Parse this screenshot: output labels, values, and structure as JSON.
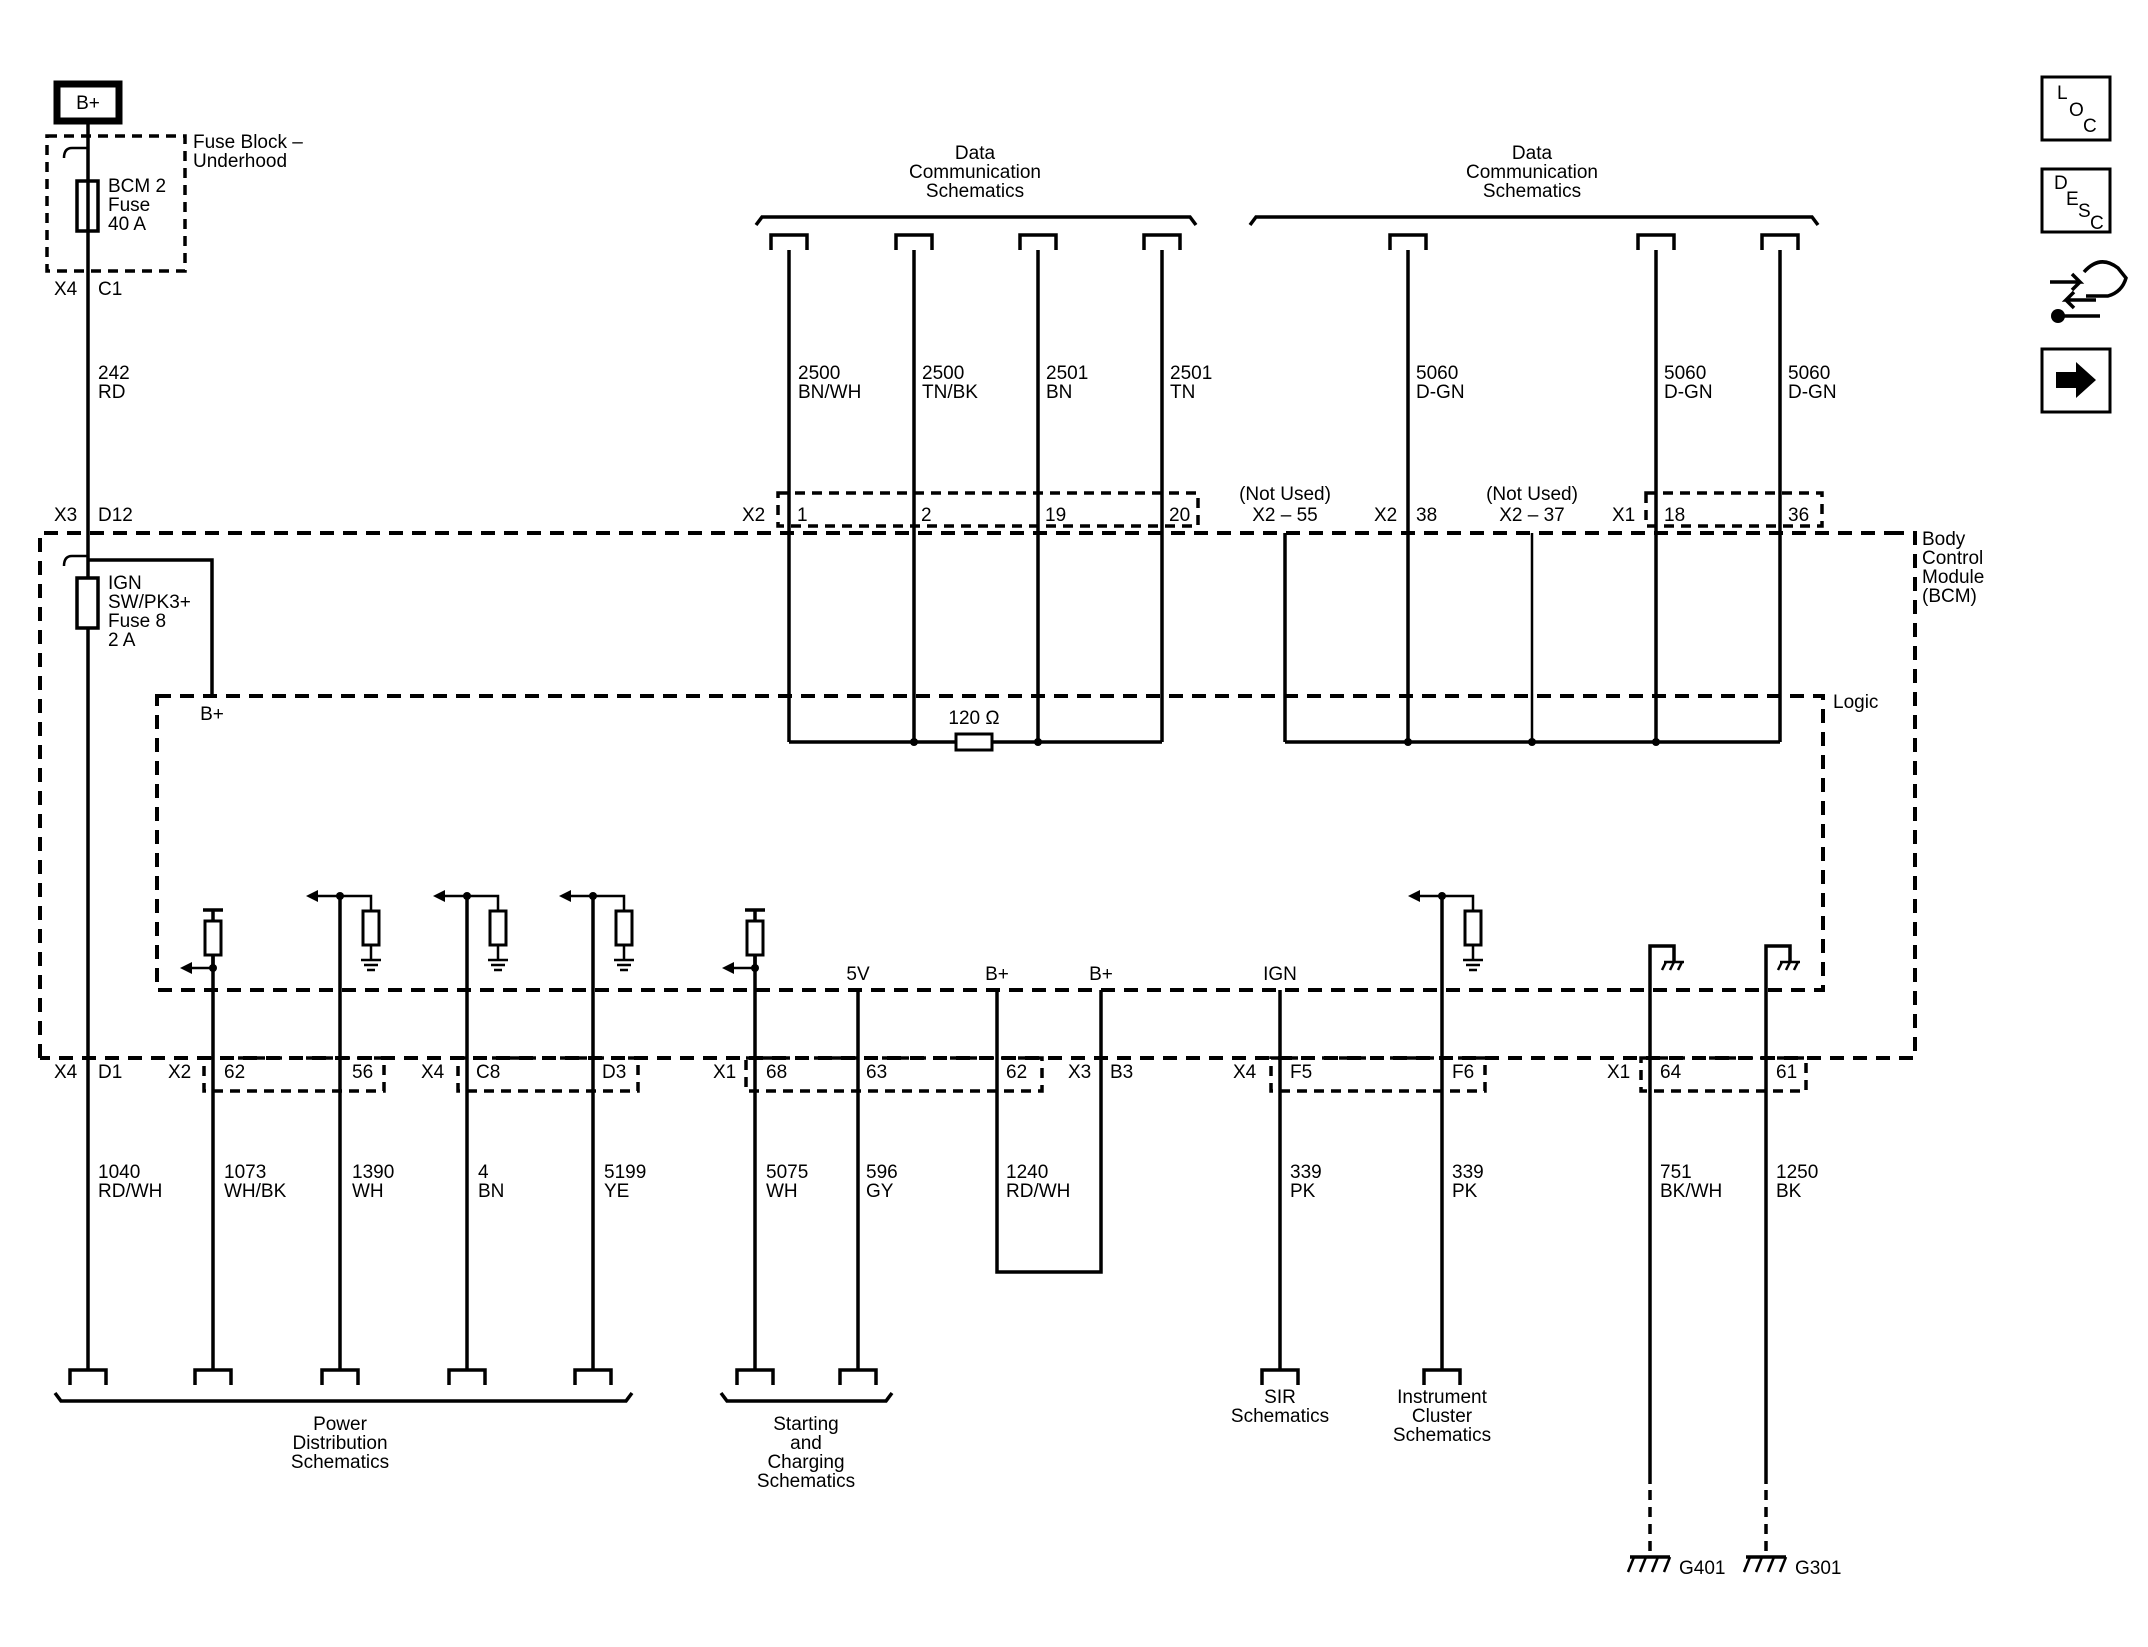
{
  "power": {
    "source": "B+"
  },
  "fuse_block": {
    "title_line1": "Fuse Block –",
    "title_line2": "Underhood",
    "fuse_line1": "BCM 2",
    "fuse_line2": "Fuse",
    "fuse_line3": "40 A",
    "conn": "X4",
    "pin": "C1"
  },
  "feed_wire": {
    "circuit": "242",
    "color": "RD"
  },
  "bcm": {
    "title_line1": "Body",
    "title_line2": "Control",
    "title_line3": "Module",
    "title_line4": "(BCM)",
    "feed_conn": "X3",
    "feed_pin": "D12",
    "fuse8_line1": "IGN",
    "fuse8_line2": "SW/PK3+",
    "fuse8_line3": "Fuse 8",
    "fuse8_line4": "2 A",
    "logic_label": "Logic",
    "logic_bplus": "B+",
    "resistor": "120 Ω",
    "supply_5v": "5V",
    "supply_bplus_1": "B+",
    "supply_bplus_2": "B+",
    "supply_ign": "IGN"
  },
  "data_groups": [
    {
      "line1": "Data",
      "line2": "Communication",
      "line3": "Schematics"
    },
    {
      "line1": "Data",
      "line2": "Communication",
      "line3": "Schematics"
    }
  ],
  "top_connectors": {
    "x2": "X2",
    "p1": "1",
    "p2": "2",
    "p19": "19",
    "p20": "20",
    "not_used_1": "(Not Used)",
    "not_used_pin_1": "X2 – 55",
    "x2b": "X2",
    "p38": "38",
    "not_used_2": "(Not Used)",
    "not_used_pin_2": "X2 – 37",
    "x1": "X1",
    "p18": "18",
    "p36": "36"
  },
  "top_wires": [
    {
      "circuit": "2500",
      "color": "BN/WH"
    },
    {
      "circuit": "2500",
      "color": "TN/BK"
    },
    {
      "circuit": "2501",
      "color": "BN"
    },
    {
      "circuit": "2501",
      "color": "TN"
    },
    {
      "circuit": "5060",
      "color": "D-GN"
    },
    {
      "circuit": "5060",
      "color": "D-GN"
    },
    {
      "circuit": "5060",
      "color": "D-GN"
    }
  ],
  "bottom_connectors": {
    "x4a": "X4",
    "d1": "D1",
    "x2": "X2",
    "p62a": "62",
    "p56": "56",
    "x4b": "X4",
    "c8": "C8",
    "d3": "D3",
    "x1a": "X1",
    "p68": "68",
    "p63": "63",
    "p62b": "62",
    "x3": "X3",
    "b3": "B3",
    "x4c": "X4",
    "f5": "F5",
    "f6": "F6",
    "x1b": "X1",
    "p64": "64",
    "p61": "61"
  },
  "bottom_wires": [
    {
      "circuit": "1040",
      "color": "RD/WH"
    },
    {
      "circuit": "1073",
      "color": "WH/BK"
    },
    {
      "circuit": "1390",
      "color": "WH"
    },
    {
      "circuit": "4",
      "color": "BN"
    },
    {
      "circuit": "5199",
      "color": "YE"
    },
    {
      "circuit": "5075",
      "color": "WH"
    },
    {
      "circuit": "596",
      "color": "GY"
    },
    {
      "circuit": "1240",
      "color": "RD/WH"
    },
    {
      "circuit": "339",
      "color": "PK"
    },
    {
      "circuit": "339",
      "color": "PK"
    },
    {
      "circuit": "751",
      "color": "BK/WH"
    },
    {
      "circuit": "1250",
      "color": "BK"
    }
  ],
  "destinations": {
    "power_line1": "Power",
    "power_line2": "Distribution",
    "power_line3": "Schematics",
    "start_line1": "Starting",
    "start_line2": "and",
    "start_line3": "Charging",
    "start_line4": "Schematics",
    "sir_line1": "SIR",
    "sir_line2": "Schematics",
    "ic_line1": "Instrument",
    "ic_line2": "Cluster",
    "ic_line3": "Schematics"
  },
  "grounds": {
    "g1": "G401",
    "g2": "G301"
  },
  "nav_icons": [
    {
      "name": "loc-icon",
      "t1": "L",
      "t2": "O",
      "t3": "C"
    },
    {
      "name": "desc-icon",
      "t1": "D",
      "t2": "E",
      "t3": "S",
      "t4": "C"
    },
    {
      "name": "connector-repair-icon"
    },
    {
      "name": "next-arrow-icon"
    }
  ]
}
